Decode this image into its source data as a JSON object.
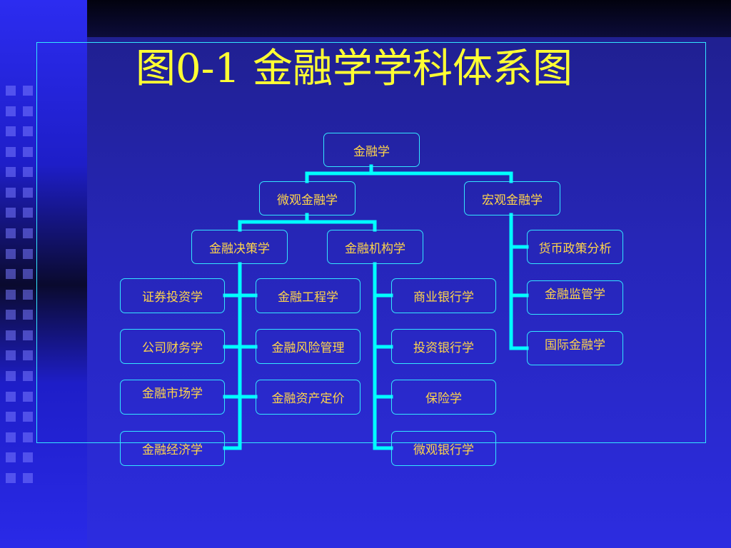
{
  "slide": {
    "title": "图0-1  金融学学科体系图"
  },
  "diagram": {
    "root": "金融学",
    "micro": "微观金融学",
    "macro": "宏观金融学",
    "decision": "金融决策学",
    "institution": "金融机构学",
    "decision_left": [
      "证券投资学",
      "公司财务学",
      "金融市场学",
      "金融经济学"
    ],
    "decision_right": [
      "金融工程学",
      "金融风险管理",
      "金融资产定价"
    ],
    "institution_items": [
      "商业银行学",
      "投资银行学",
      "保险学",
      "微观银行学"
    ],
    "macro_items": [
      "货币政策分析",
      "金融监管学",
      "国际金融学"
    ]
  },
  "colors": {
    "connector": "#00ffff",
    "node_border": "#33e6ff",
    "node_text": "#ffd54a",
    "title": "#ffff33"
  }
}
